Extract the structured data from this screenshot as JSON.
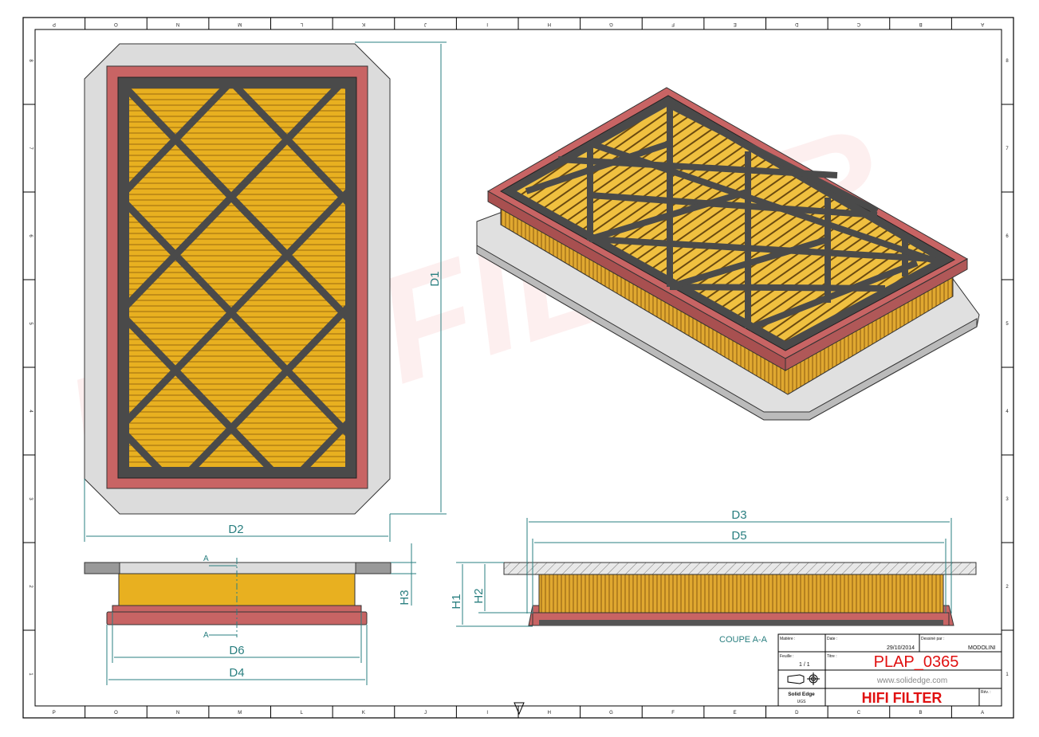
{
  "border": {
    "columns": [
      "P",
      "O",
      "N",
      "M",
      "L",
      "K",
      "J",
      "I",
      "H",
      "G",
      "F",
      "E",
      "D",
      "C",
      "B",
      "A"
    ],
    "rows": [
      "1",
      "2",
      "3",
      "4",
      "5",
      "6",
      "7",
      "8"
    ]
  },
  "watermark": "HIFI FILTER",
  "dimensions": {
    "d1": "D1",
    "d2": "D2",
    "d3": "D3",
    "d4": "D4",
    "d5": "D5",
    "d6": "D6",
    "h1": "H1",
    "h2": "H2",
    "h3": "H3",
    "section_mark": "A"
  },
  "section_label": "COUPE A-A",
  "title_block": {
    "material_label": "Matière :",
    "date_label": "Date :",
    "date": "29/10/2014",
    "drawn_by_label": "Dessiné par :",
    "drawn_by": "MODOLINI",
    "sheet_label": "Feuille :",
    "sheet": "1 / 1",
    "title_label": "Titre :",
    "title": "PLAP_0365",
    "website": "www.solidedge.com",
    "software": "Solid Edge",
    "software_sub": "UGS",
    "company": "HIFI FILTER",
    "rev_label": "Rév. :"
  },
  "colors": {
    "frame_red": "#c86464",
    "grid_dark": "#4a4a4a",
    "media_yellow": "#e8b020",
    "base_gray": "#dcdcdc",
    "dimension": "#2a7f80",
    "title_red": "#e01010"
  }
}
